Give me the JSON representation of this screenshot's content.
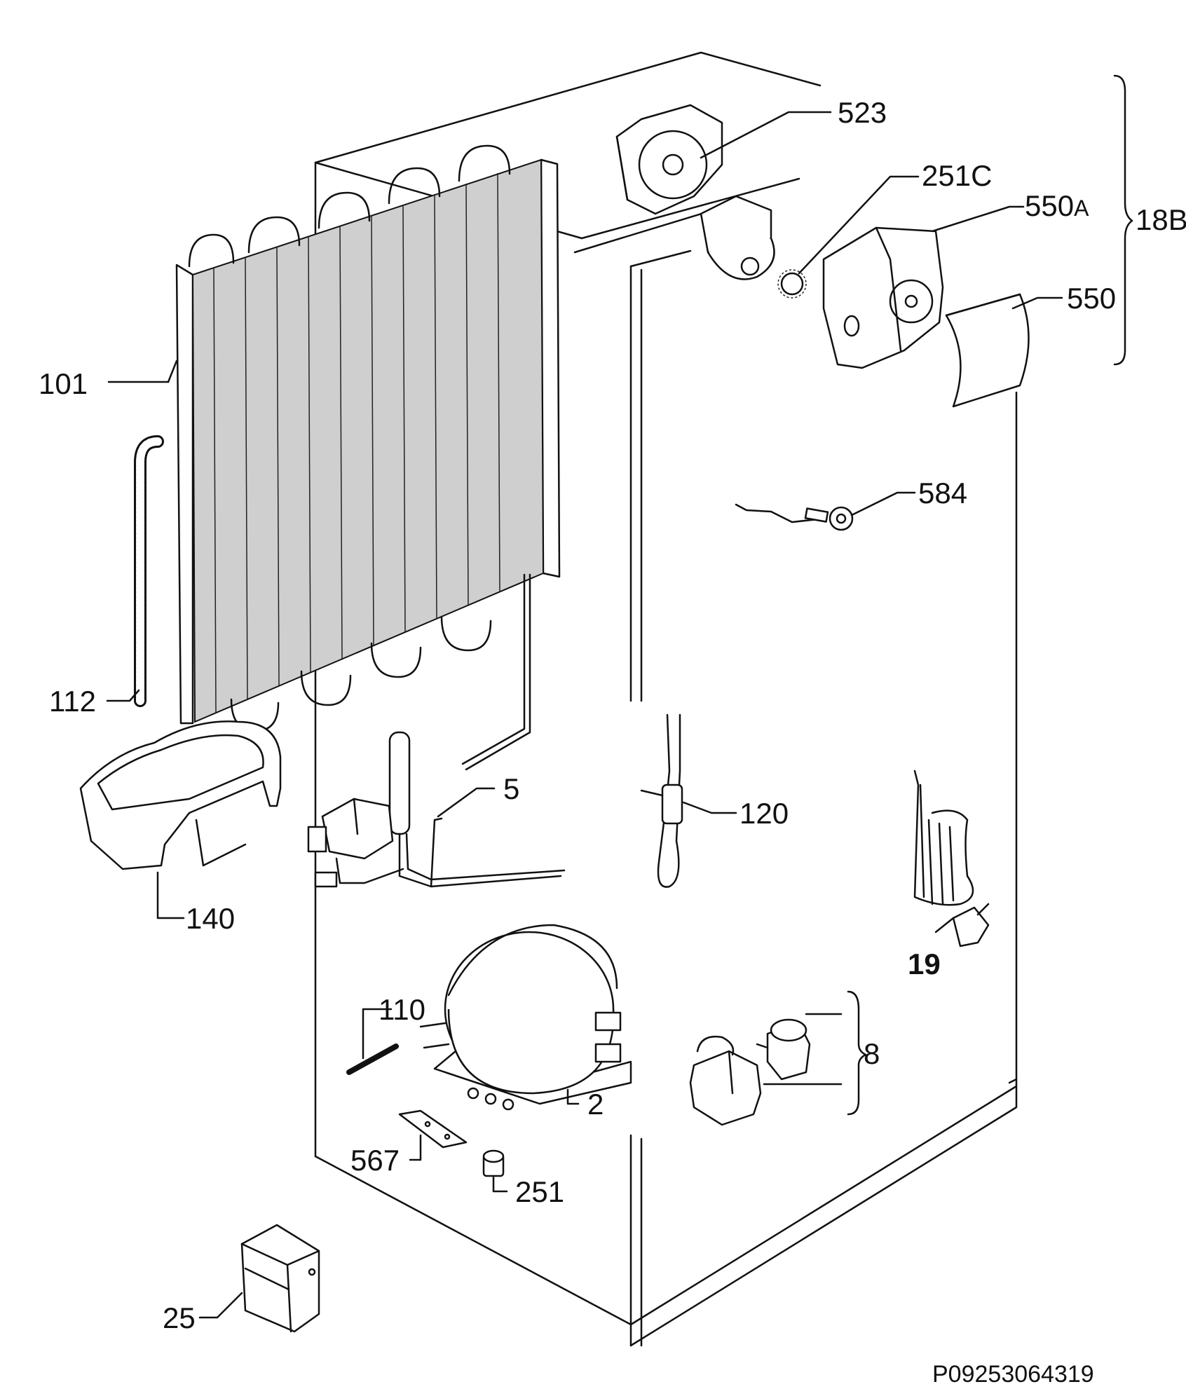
{
  "diagram": {
    "reference_code": "P09253064319",
    "labels": {
      "p101": "101",
      "p112": "112",
      "p140": "140",
      "p523": "523",
      "p251c": "251C",
      "p550a_num": "550",
      "p550a_suffix": "A",
      "p550": "550",
      "p18b": "18B",
      "p584": "584",
      "p5": "5",
      "p120": "120",
      "p19": "19",
      "p110": "110",
      "p2": "2",
      "p8": "8",
      "p567": "567",
      "p251": "251",
      "p25": "25"
    }
  }
}
